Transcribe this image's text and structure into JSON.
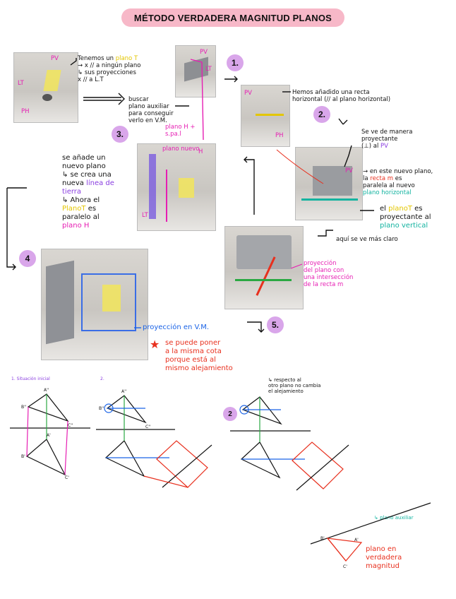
{
  "title": "MÉTODO VERDADERA MAGNITUD PLANOS",
  "steps": {
    "s1": "1.",
    "s2": "2.",
    "s3": "3.",
    "s4": "4",
    "s5": "5.",
    "s_draw": "2"
  },
  "photo_labels": {
    "pv": "PV",
    "ph": "PH",
    "lt": "LT",
    "h": "H"
  },
  "notes": {
    "intro": [
      "Tenemos un",
      "plano T",
      "→ x // a ningún plano",
      "↳ sus proyecciones",
      "x // a L.T"
    ],
    "buscar": [
      "buscar",
      "plano auxiliar",
      "para conseguir",
      "verlo en V.M."
    ],
    "hemos": [
      "Hemos añadido una recta",
      "horizontal (// al plano horizontal)"
    ],
    "se_ve": [
      "Se ve de manera",
      "proyectante",
      "(⊥) al",
      "PV"
    ],
    "en_este": [
      "→ en este nuevo plano,",
      "la",
      "recta m",
      "es",
      "paralela al nuevo",
      "plano horizontal"
    ],
    "el_plano": [
      "el",
      "planoT",
      "es",
      "proyectante al",
      "plano vertical"
    ],
    "aqui": "aquí se ve más claro",
    "plano_h": [
      "plano H +",
      "s.pa.l"
    ],
    "plano_nuevo": "plano nuevo",
    "se_anade": [
      "se añade un",
      "nuevo plano",
      "↳ se crea una",
      "nueva",
      "línea de",
      "tierra",
      "↳ Ahora el",
      "PlanoT",
      "es",
      "paralelo al",
      "plano H"
    ],
    "proyeccion_plano": [
      "proyección",
      "del plano con",
      "una intersección",
      "de la recta m"
    ],
    "proyeccion_vm": "proyección en V.M.",
    "star": [
      "se puede poner",
      "a la misma cota",
      "porque está al",
      "mismo alejamiento"
    ],
    "respecto": [
      "↳ respecto al",
      "otro plano no cambia",
      "el alejamiento"
    ],
    "vm_final": [
      "plano en",
      "verdadera magnitud"
    ],
    "auxiliar": "↳ plano auxiliar",
    "sec_a": "1. Situación inicial",
    "sec_b": "2."
  },
  "drawing_labels": {
    "a1": "A''",
    "b1": "B''",
    "c1": "C''",
    "a2": "A'",
    "b2": "B'",
    "c2": "C'",
    "a3": "A''",
    "b3": "B''",
    "c3": "C''",
    "a4": "A'",
    "b4": "B'",
    "c4": "C'"
  }
}
